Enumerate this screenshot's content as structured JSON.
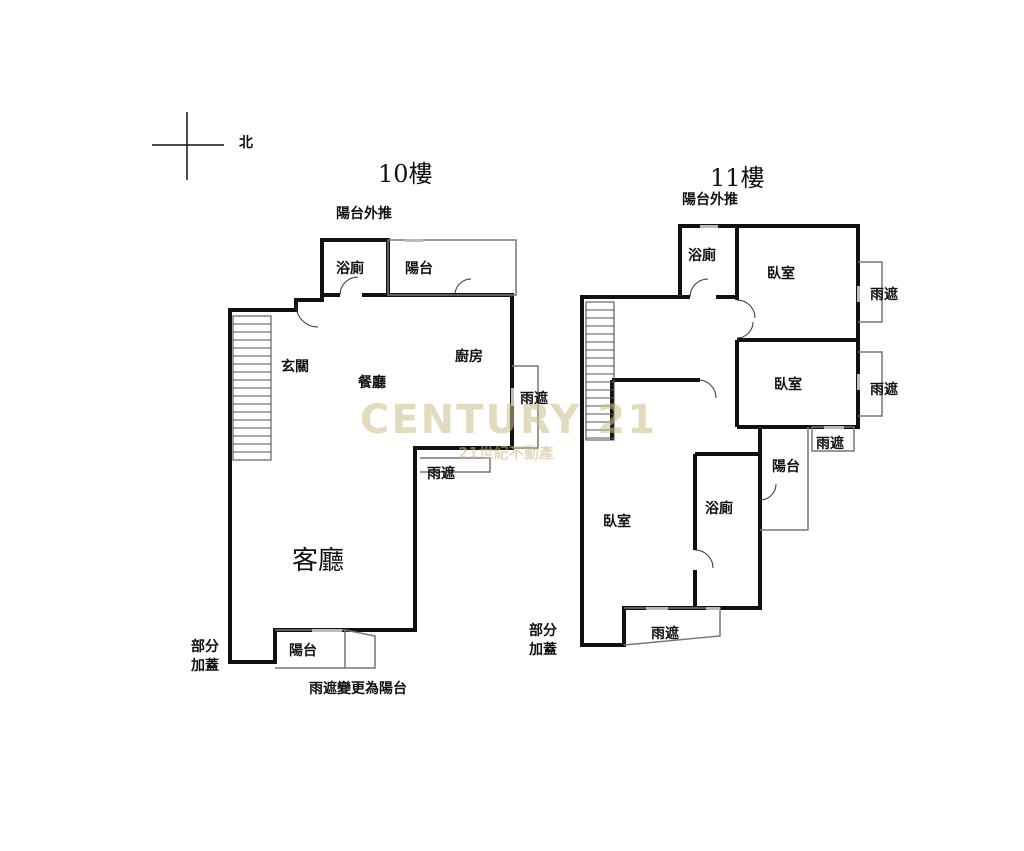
{
  "compass": {
    "north_label": "北"
  },
  "floors": [
    {
      "title": "10樓",
      "rooms": {
        "balcony_extend": "陽台外推",
        "bathroom": "浴廁",
        "balcony": "陽台",
        "entrance": "玄關",
        "dining": "餐廳",
        "kitchen": "廚房",
        "canopy_east": "雨遮",
        "canopy_south": "雨遮",
        "living": "客廳",
        "partial_cover_1": "部分",
        "partial_cover_2": "加蓋",
        "front_balcony": "陽台",
        "canopy_note": "雨遮變更為陽台"
      }
    },
    {
      "title": "11樓",
      "rooms": {
        "balcony_extend": "陽台外推",
        "bathroom_top": "浴廁",
        "bedroom_1": "臥室",
        "canopy_1": "雨遮",
        "bedroom_2": "臥室",
        "canopy_2": "雨遮",
        "canopy_3": "雨遮",
        "balcony": "陽台",
        "bathroom": "浴廁",
        "bedroom_3": "臥室",
        "partial_cover_1": "部分",
        "partial_cover_2": "加蓋",
        "canopy_bottom": "雨遮"
      }
    }
  ],
  "watermark": {
    "brand": "CENTURY 21",
    "sub": "21世紀不動產",
    "color": "#cdbf8a"
  }
}
